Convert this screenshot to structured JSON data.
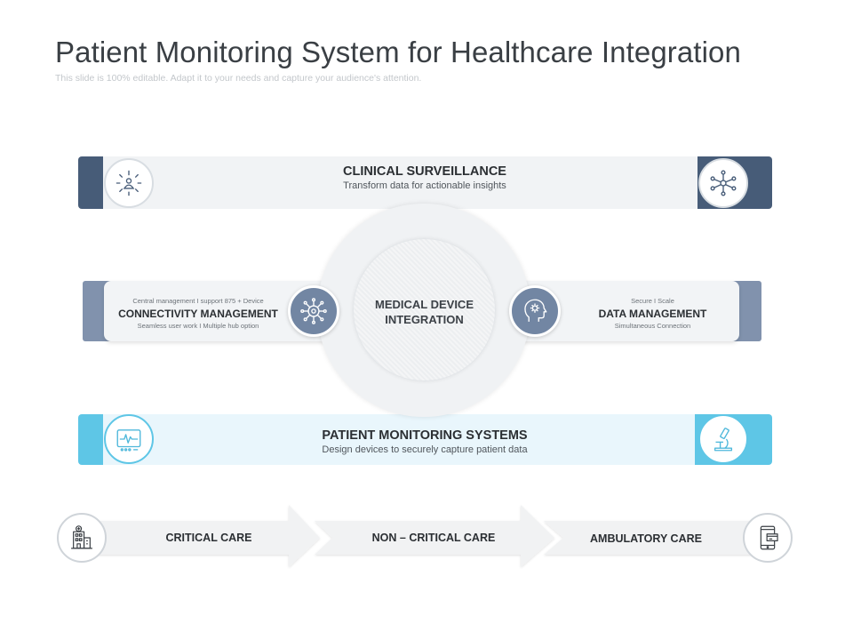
{
  "header": {
    "title": "Patient Monitoring System for Healthcare Integration",
    "subtitle": "This slide is 100% editable. Adapt it to your needs and capture your audience's attention."
  },
  "clinical_surveillance": {
    "title": "CLINICAL SURVEILLANCE",
    "subtitle": "Transform data for actionable insights",
    "left_icon": "person-alert-icon",
    "right_icon": "network-hub-icon"
  },
  "center": {
    "label": "MEDICAL DEVICE INTEGRATION"
  },
  "connectivity": {
    "top_text": "Central management I support 875 + Device",
    "title": "CONNECTIVITY MANAGEMENT",
    "bottom_text": "Seamless user work I Multiple hub option",
    "icon": "virus-network-icon"
  },
  "data_management": {
    "top_text": "Secure I Scale",
    "title": "DATA MANAGEMENT",
    "bottom_text": "Simultaneous Connection",
    "icon": "head-gear-icon"
  },
  "patient_monitoring": {
    "title": "PATIENT MONITORING SYSTEMS",
    "subtitle": "Design devices to securely capture patient data",
    "left_icon": "heart-monitor-icon",
    "right_icon": "microscope-icon"
  },
  "care_flow": {
    "steps": [
      "CRITICAL CARE",
      "NON – CRITICAL CARE",
      "AMBULATORY CARE"
    ],
    "left_icon": "hospital-icon",
    "right_icon": "mobile-device-icon"
  },
  "colors": {
    "navy": "#475c78",
    "slate": "#8192ad",
    "cyan": "#5ec6e6"
  }
}
